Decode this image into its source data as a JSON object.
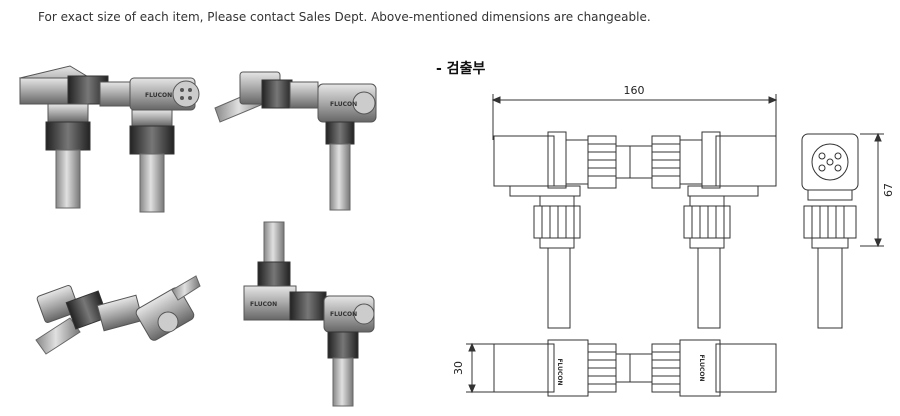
{
  "header": {
    "notice": "For exact size of each item, Please contact Sales Dept. Above-mentioned dimensions are changeable."
  },
  "drawing": {
    "title": "- 검출부",
    "dim_width": "160",
    "dim_height": "67",
    "dim_depth": "30",
    "brand": "FLUCON"
  }
}
